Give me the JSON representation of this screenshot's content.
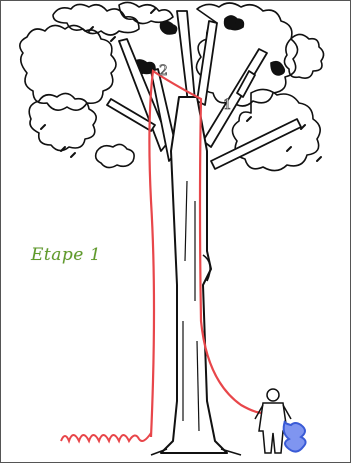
{
  "illustration": {
    "step_caption": "Etape 1",
    "branch_labels": [
      "1",
      "2"
    ],
    "colors": {
      "rope": "#e8464a",
      "coiled_rope": "#3a5bd6",
      "caption": "#5f9b2a",
      "ink": "#111111"
    },
    "icons": {
      "tree": "tree-illustration",
      "climber": "climber-figure",
      "rope_coil": "rope-coil-icon"
    }
  }
}
